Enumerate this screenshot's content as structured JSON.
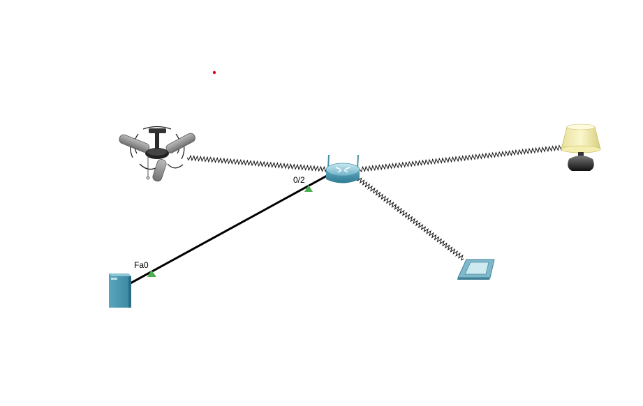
{
  "workspace": {
    "devices": [
      {
        "id": "fan",
        "icon": "ceiling-fan-icon"
      },
      {
        "id": "router",
        "icon": "wireless-router-icon"
      },
      {
        "id": "lamp",
        "icon": "lamp-icon"
      },
      {
        "id": "tablet",
        "icon": "tablet-icon"
      },
      {
        "id": "server",
        "icon": "server-icon"
      }
    ],
    "links": {
      "wired": {
        "color": "#000000",
        "port_labels": {
          "server_side": "Fa0",
          "router_side": "0/2"
        },
        "port_status_color": "#4caf50"
      },
      "wireless": {
        "color": "#111111"
      }
    },
    "marker_color": "#e0001a"
  }
}
